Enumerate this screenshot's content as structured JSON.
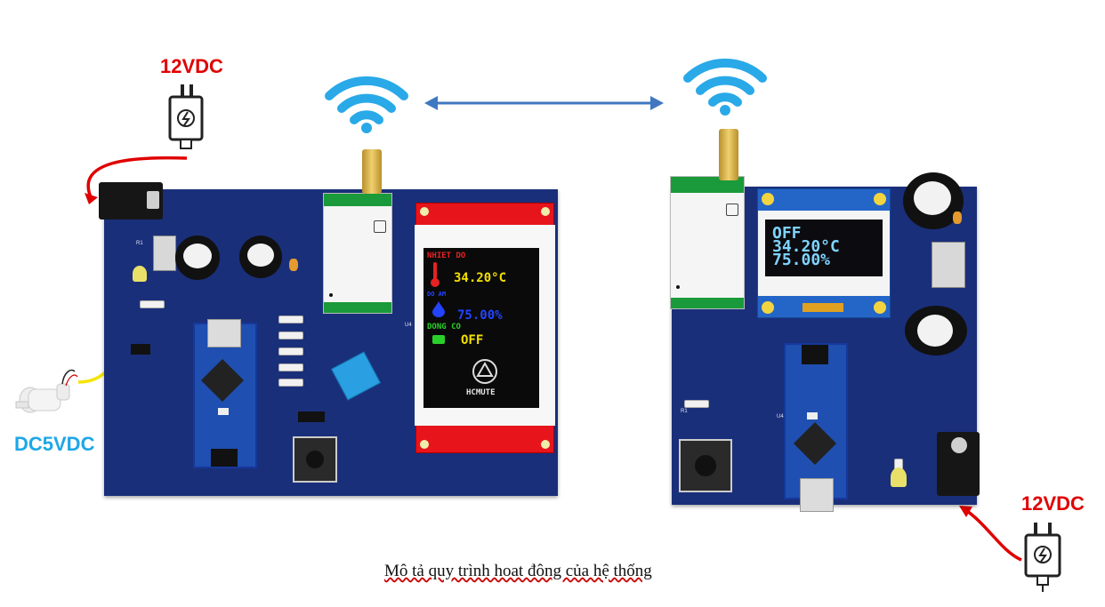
{
  "power_labels": {
    "left_top": "12VDC",
    "pump": "DC5VDC",
    "right_bottom": "12VDC"
  },
  "tft_display": {
    "temp_title": "NHIET DO",
    "temp_value": "34.20°C",
    "humidity_title": "DO AM",
    "humidity_value": "75.00%",
    "motor_title": "DONG CO",
    "motor_state": "OFF",
    "logo_text": "HCMUTE"
  },
  "oled_display": {
    "line1": "OFF",
    "line2": "34.20°C",
    "line3": "75.00%"
  },
  "caption": "Mô tả quy trình hoat đông của hệ thống",
  "colors": {
    "pcb": "#1a2f7a",
    "power_wire": "#e00000",
    "pump_wire": "#f5e400",
    "link_arrow": "#3f78c0",
    "wifi": "#29a9e8"
  },
  "icons": [
    "wifi-icon",
    "power-plug-icon",
    "bidirectional-arrow-icon",
    "pump-icon"
  ]
}
